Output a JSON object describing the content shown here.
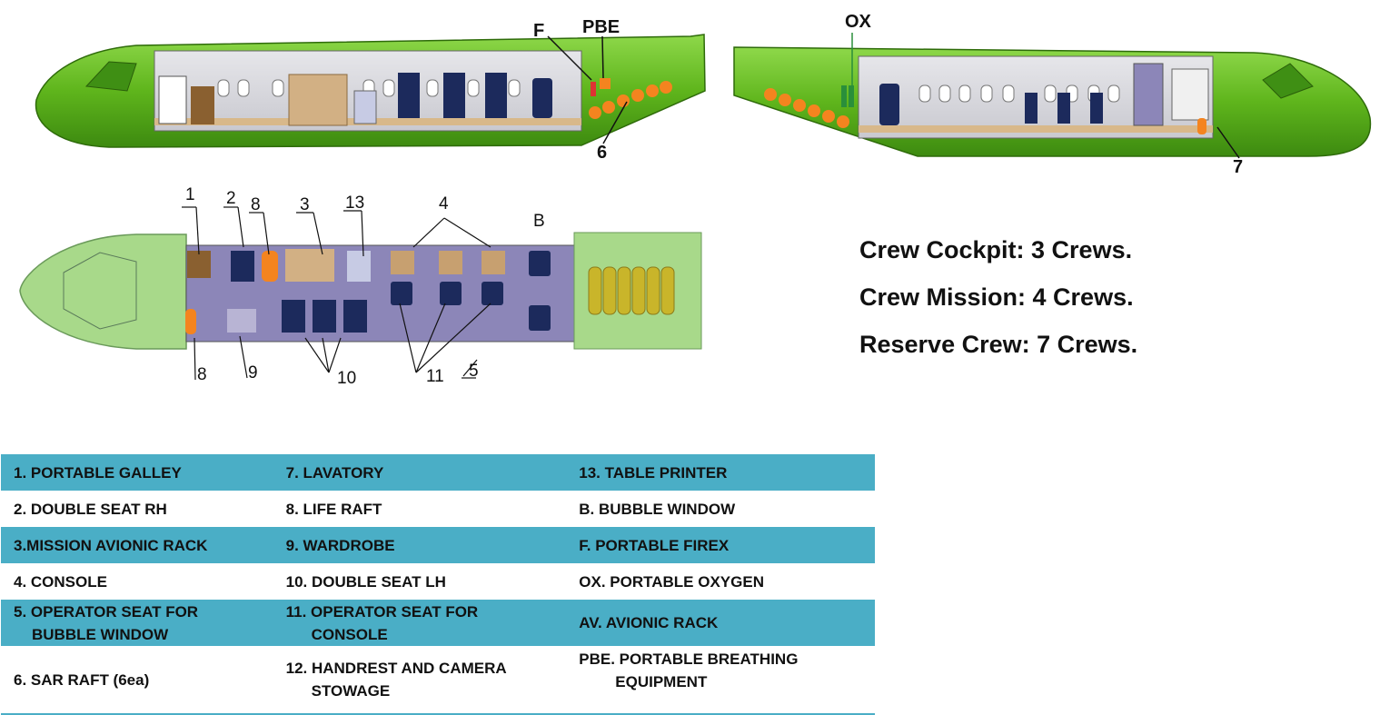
{
  "side_view_labels": {
    "firex": "F",
    "pbe": "PBE",
    "sar_raft": "6",
    "oxygen": "OX",
    "lavatory": "7"
  },
  "plan_labels": {
    "top": [
      "1",
      "2",
      "8",
      "3",
      "13",
      "4",
      "B"
    ],
    "bottom": [
      "8",
      "9",
      "10",
      "11",
      "5"
    ]
  },
  "crew_summary": [
    "Crew Cockpit: 3 Crews.",
    "Crew Mission: 4 Crews.",
    "Reserve Crew: 7 Crews."
  ],
  "legend": {
    "rows": [
      [
        "1. PORTABLE GALLEY",
        "7. LAVATORY",
        "13. TABLE PRINTER"
      ],
      [
        "2. DOUBLE SEAT RH",
        "8. LIFE RAFT",
        "B. BUBBLE WINDOW"
      ],
      [
        "3.MISSION AVIONIC RACK",
        "9. WARDROBE",
        "F. PORTABLE FIREX"
      ],
      [
        "4. CONSOLE",
        "10. DOUBLE SEAT LH",
        "OX. PORTABLE OXYGEN"
      ]
    ],
    "row5": {
      "c1a": "5. OPERATOR SEAT FOR",
      "c1b": "BUBBLE WINDOW",
      "c2a": "11. OPERATOR SEAT FOR",
      "c2b": "CONSOLE",
      "c3": "AV. AVIONIC RACK"
    },
    "row6": {
      "c1": "6. SAR RAFT (6ea)",
      "c2a": "12. HANDREST AND CAMERA",
      "c2b": "STOWAGE",
      "c3a": "PBE. PORTABLE BREATHING",
      "c3b": "EQUIPMENT"
    }
  },
  "colors": {
    "fuselage_green": "#5fb51c",
    "plan_cabin": "#8c86b8",
    "seat_navy": "#1c2a5c",
    "raft_orange": "#f4841f",
    "table_teal": "#4aaec6"
  }
}
